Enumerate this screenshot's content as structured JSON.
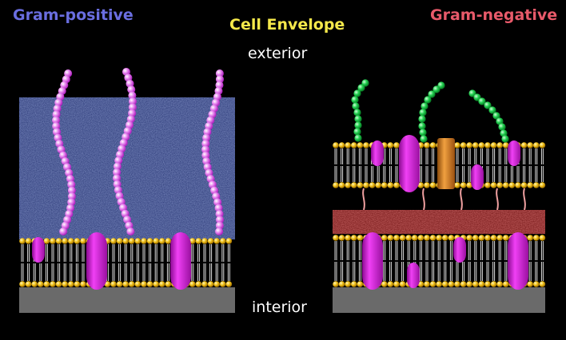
{
  "labels": {
    "gram_positive": "Gram-positive",
    "cell_envelope": "Cell Envelope",
    "gram_negative": "Gram-negative",
    "exterior": "exterior",
    "interior": "interior"
  },
  "colors": {
    "background": "#000000",
    "peptidoglycan": "#3a4a8a",
    "outer_space": "#7a1c1c",
    "lipid_head": "#f2c21a",
    "protein": "#d21ad8",
    "teichoic_acid": "#e060e8",
    "lps_chain": "#18c84a",
    "porin": "#d8861c",
    "cytoplasm": "#6a6a6a"
  }
}
